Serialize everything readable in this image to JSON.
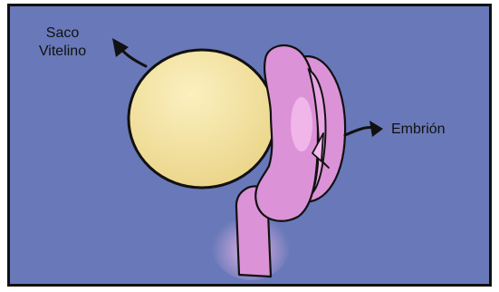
{
  "labels": {
    "saco_line1": "Saco",
    "saco_line2": "Vitelino",
    "embrion": "Embrión"
  },
  "colors": {
    "background": "#6878b8",
    "yolk_sac": "#ebd58a",
    "yolk_highlight": "#fbf0bf",
    "embryo": "#dc92d6",
    "embryo_highlight": "#f3bbec",
    "outline": "#111111"
  }
}
